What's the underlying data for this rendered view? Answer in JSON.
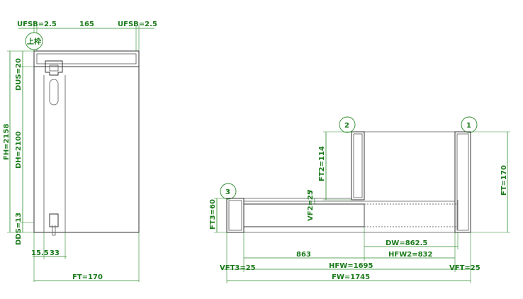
{
  "side_view": {
    "top_left": "UFSB=2.5",
    "top_mid": "165",
    "top_right": "UFSB=2.5",
    "bubble_label": "上枠",
    "dus": "DUS=20",
    "fh": "FH=2158",
    "dh": "DH=2100",
    "dds": "DDS=13",
    "bottom_left": "15.5",
    "bottom_right": "33",
    "ft": "FT=170"
  },
  "plan_view": {
    "bubble_1": "1",
    "bubble_2": "2",
    "bubble_3": "3",
    "ft2": "FT2=114",
    "vf2": "VF2=25",
    "seven": "7",
    "ft_right": "FT=170",
    "ft3": "FT3=60",
    "dw": "DW=862.5",
    "d863": "863",
    "hfw2": "HFW2=832",
    "vft3": "VFT3=25",
    "hfw": "HFW=1695",
    "vft": "VFT=25",
    "fw": "FW=1745"
  }
}
